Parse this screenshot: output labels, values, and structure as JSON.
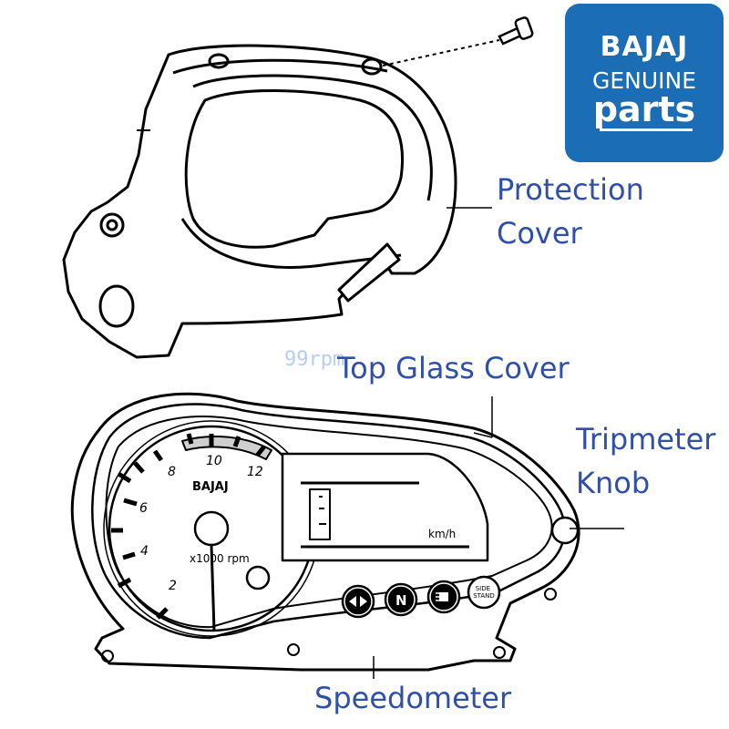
{
  "brand": {
    "line1": "BAJAJ",
    "line2": "GENUINE",
    "line3": "parts",
    "color": "#1b6db5"
  },
  "watermark": "99rpm",
  "callouts": {
    "protection_cover": "Protection\nCover",
    "top_glass_cover": "Top Glass Cover",
    "tripmeter_knob": "Tripmeter\nKnob",
    "speedometer": "Speedometer"
  },
  "dial": {
    "brand": "BAJAJ",
    "unit": "x1000 rpm",
    "ticks": [
      "2",
      "4",
      "6",
      "8",
      "10",
      "12"
    ],
    "speed_unit": "km/h"
  },
  "indicators": [
    {
      "name": "turn-signal-icon"
    },
    {
      "label": "N"
    },
    {
      "name": "headlight-icon"
    },
    {
      "label": "SIDE\nSTAND"
    }
  ],
  "callout_color": "#2f4fa8"
}
